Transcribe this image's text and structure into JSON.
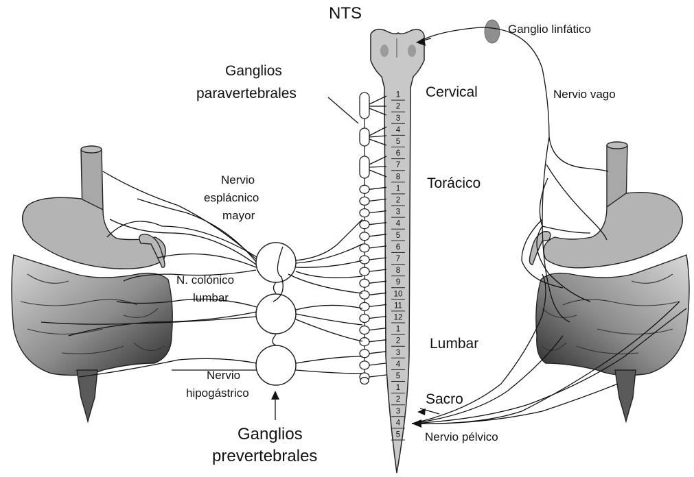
{
  "labels": {
    "nts": "NTS",
    "ganglio_linfatico": "Ganglio linfático",
    "ganglios_paravertebrales_1": "Ganglios",
    "ganglios_paravertebrales_2": "paravertebrales",
    "cervical": "Cervical",
    "nervio_vago": "Nervio vago",
    "toracico": "Torácico",
    "nervio_esplacnico_1": "Nervio",
    "nervio_esplacnico_2": "esplácnico",
    "nervio_esplacnico_3": "mayor",
    "n_colonico_1": "N. colónico",
    "n_colonico_2": "lumbar",
    "lumbar": "Lumbar",
    "nervio_hipogastrico_1": "Nervio",
    "nervio_hipogastrico_2": "hipogástrico",
    "sacro": "Sacro",
    "nervio_pelvico": "Nervio pélvico",
    "ganglios_prevertebrales_1": "Ganglios",
    "ganglios_prevertebrales_2": "prevertebrales"
  },
  "segments": {
    "cervical": [
      "1",
      "2",
      "3",
      "4",
      "5",
      "6",
      "7",
      "8"
    ],
    "toracico": [
      "1",
      "2",
      "3",
      "4",
      "5",
      "6",
      "7",
      "8",
      "9",
      "10",
      "11",
      "12"
    ],
    "lumbar": [
      "1",
      "2",
      "3",
      "4",
      "5"
    ],
    "sacro": [
      "1",
      "2",
      "3",
      "4",
      "5"
    ]
  }
}
